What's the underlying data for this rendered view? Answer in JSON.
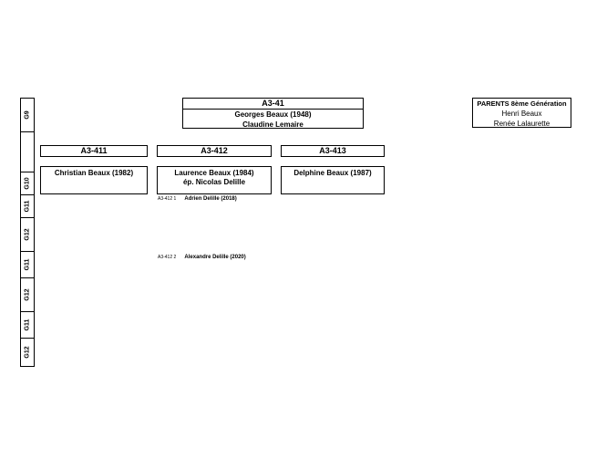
{
  "generations": [
    "G9",
    "",
    "G10",
    "G11",
    "G12",
    "G11",
    "G12",
    "G11",
    "G12"
  ],
  "couple": {
    "code": "A3-41",
    "husband": "Georges Beaux (1948)",
    "wife": "Claudine Lemaire"
  },
  "parents": {
    "title": "PARENTS 8ème Génération",
    "father": "Henri Beaux",
    "mother": "Renée Lalaurette"
  },
  "children": [
    {
      "code": "A3-411",
      "name": "Christian Beaux (1982)",
      "spouse": ""
    },
    {
      "code": "A3-412",
      "name": "Laurence Beaux (1984)",
      "spouse": "ép. Nicolas Delille"
    },
    {
      "code": "A3-413",
      "name": "Delphine Beaux (1987)",
      "spouse": ""
    }
  ],
  "grandchildren": [
    {
      "code": "A3-412 1",
      "name": "Adrien Delille (2018)"
    },
    {
      "code": "A3-412 2",
      "name": "Alexandre Delille (2020)"
    }
  ]
}
